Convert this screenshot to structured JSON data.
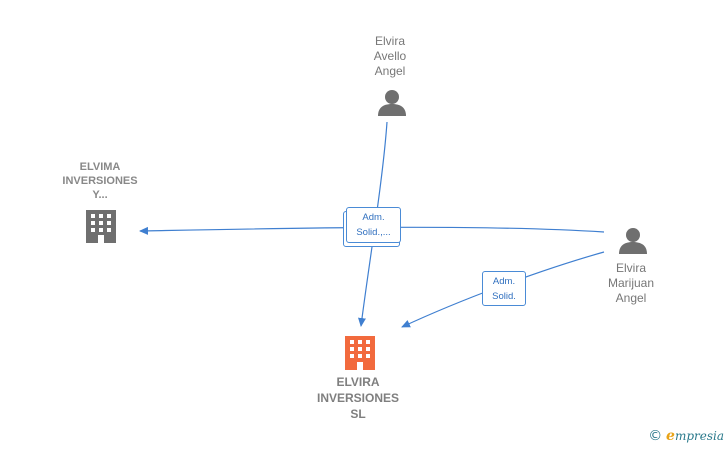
{
  "nodes": {
    "elvira_avello": {
      "name_lines": [
        "Elvira",
        "Avello",
        "Angel"
      ],
      "icon": "person-icon"
    },
    "elvira_marijuan": {
      "name_lines": [
        "Elvira",
        "Marijuan",
        "Angel"
      ],
      "icon": "person-icon"
    },
    "elvima_inversiones": {
      "name_lines": [
        "ELVIMA",
        "INVERSIONES",
        "Y..."
      ],
      "icon": "building-icon"
    },
    "elvira_inversiones": {
      "name_lines": [
        "ELVIRA",
        "INVERSIONES",
        "SL"
      ],
      "icon": "building-icon"
    }
  },
  "edges": {
    "center": {
      "lines": [
        "Adm.",
        "Solid.,..."
      ]
    },
    "right": {
      "lines": [
        "Adm.",
        "Solid."
      ]
    }
  },
  "colors": {
    "edge": "#3f7fd0",
    "person": "#6f6f6f",
    "company_gray": "#6f6f6f",
    "company_main": "#f26a3d"
  },
  "brand": {
    "copyright": "©",
    "e": "e",
    "rest": "mpresia"
  }
}
